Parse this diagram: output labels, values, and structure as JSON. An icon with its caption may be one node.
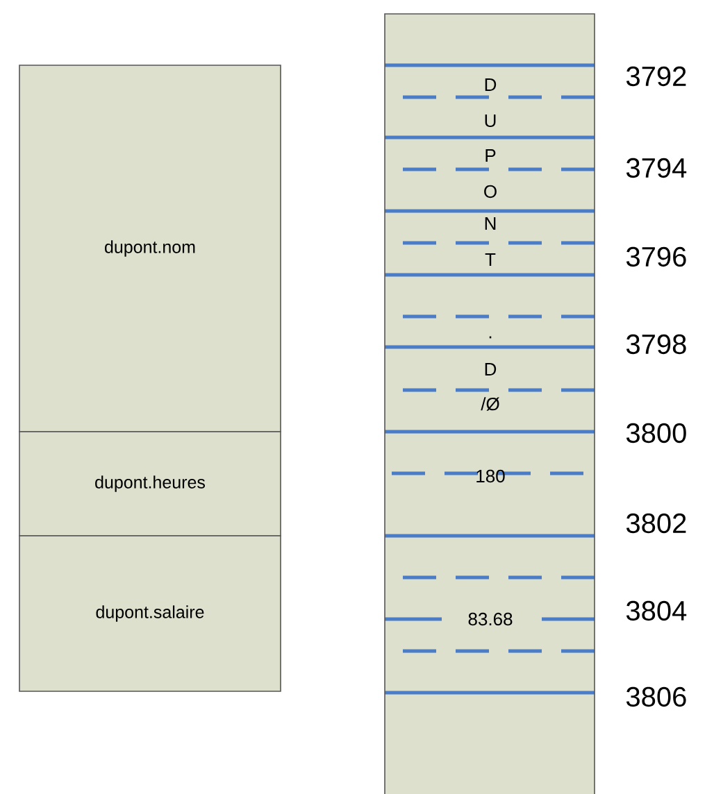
{
  "diagram": {
    "nodes": [
      {
        "text": [
          "dupont.nom"
        ]
      },
      {
        "text": [
          "dupont.heures"
        ]
      },
      {
        "text": [
          "dupont.salaire"
        ]
      },
      {
        "text": [
          "D",
          "U",
          "P",
          "O",
          "N",
          "T",
          ".",
          "D",
          "/Ø",
          "180",
          "83.68"
        ]
      }
    ],
    "labels": [
      "3792",
      "3794",
      "3796",
      "3798",
      "3800",
      "3802",
      "3804",
      "3806"
    ]
  }
}
